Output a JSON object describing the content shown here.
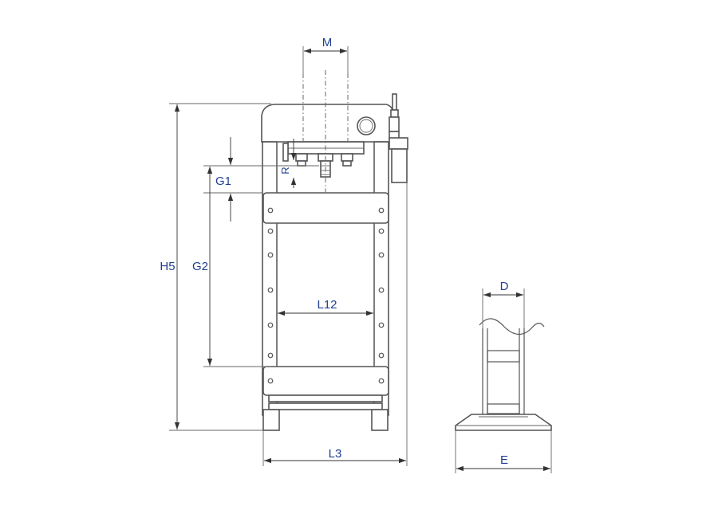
{
  "colors": {
    "line": "#555555",
    "label": "#1f3f8f",
    "background": "#ffffff"
  },
  "labels": {
    "m": "M",
    "h5": "H5",
    "g1": "G1",
    "g2": "G2",
    "r": "R",
    "l12": "L12",
    "l3": "L3",
    "d": "D",
    "e": "E"
  }
}
